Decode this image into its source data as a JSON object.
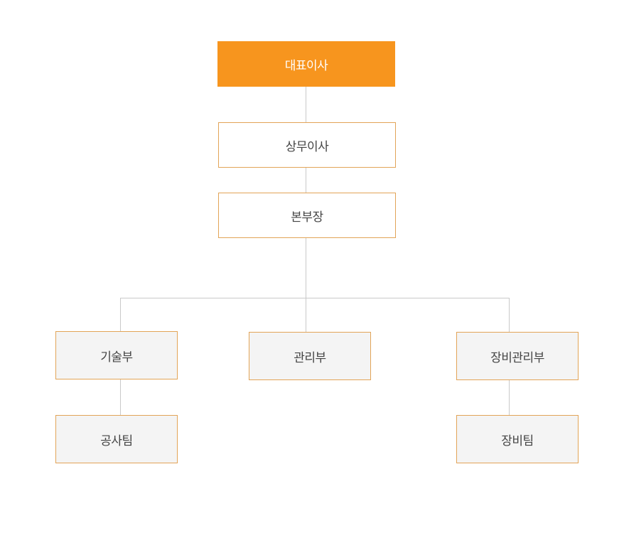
{
  "org_chart": {
    "ceo": {
      "label": "대표이사"
    },
    "managing_director": {
      "label": "상무이사"
    },
    "division_head": {
      "label": "본부장"
    },
    "departments": [
      {
        "label": "기술부",
        "teams": [
          {
            "label": "공사팀"
          }
        ]
      },
      {
        "label": "관리부",
        "teams": []
      },
      {
        "label": "장비관리부",
        "teams": [
          {
            "label": "장비팀"
          }
        ]
      }
    ]
  },
  "colors": {
    "primary": "#f7951e",
    "node_border": "#e2a457",
    "dept_fill": "#f4f4f4",
    "connector": "#c9c9c9",
    "text": "#444444"
  }
}
